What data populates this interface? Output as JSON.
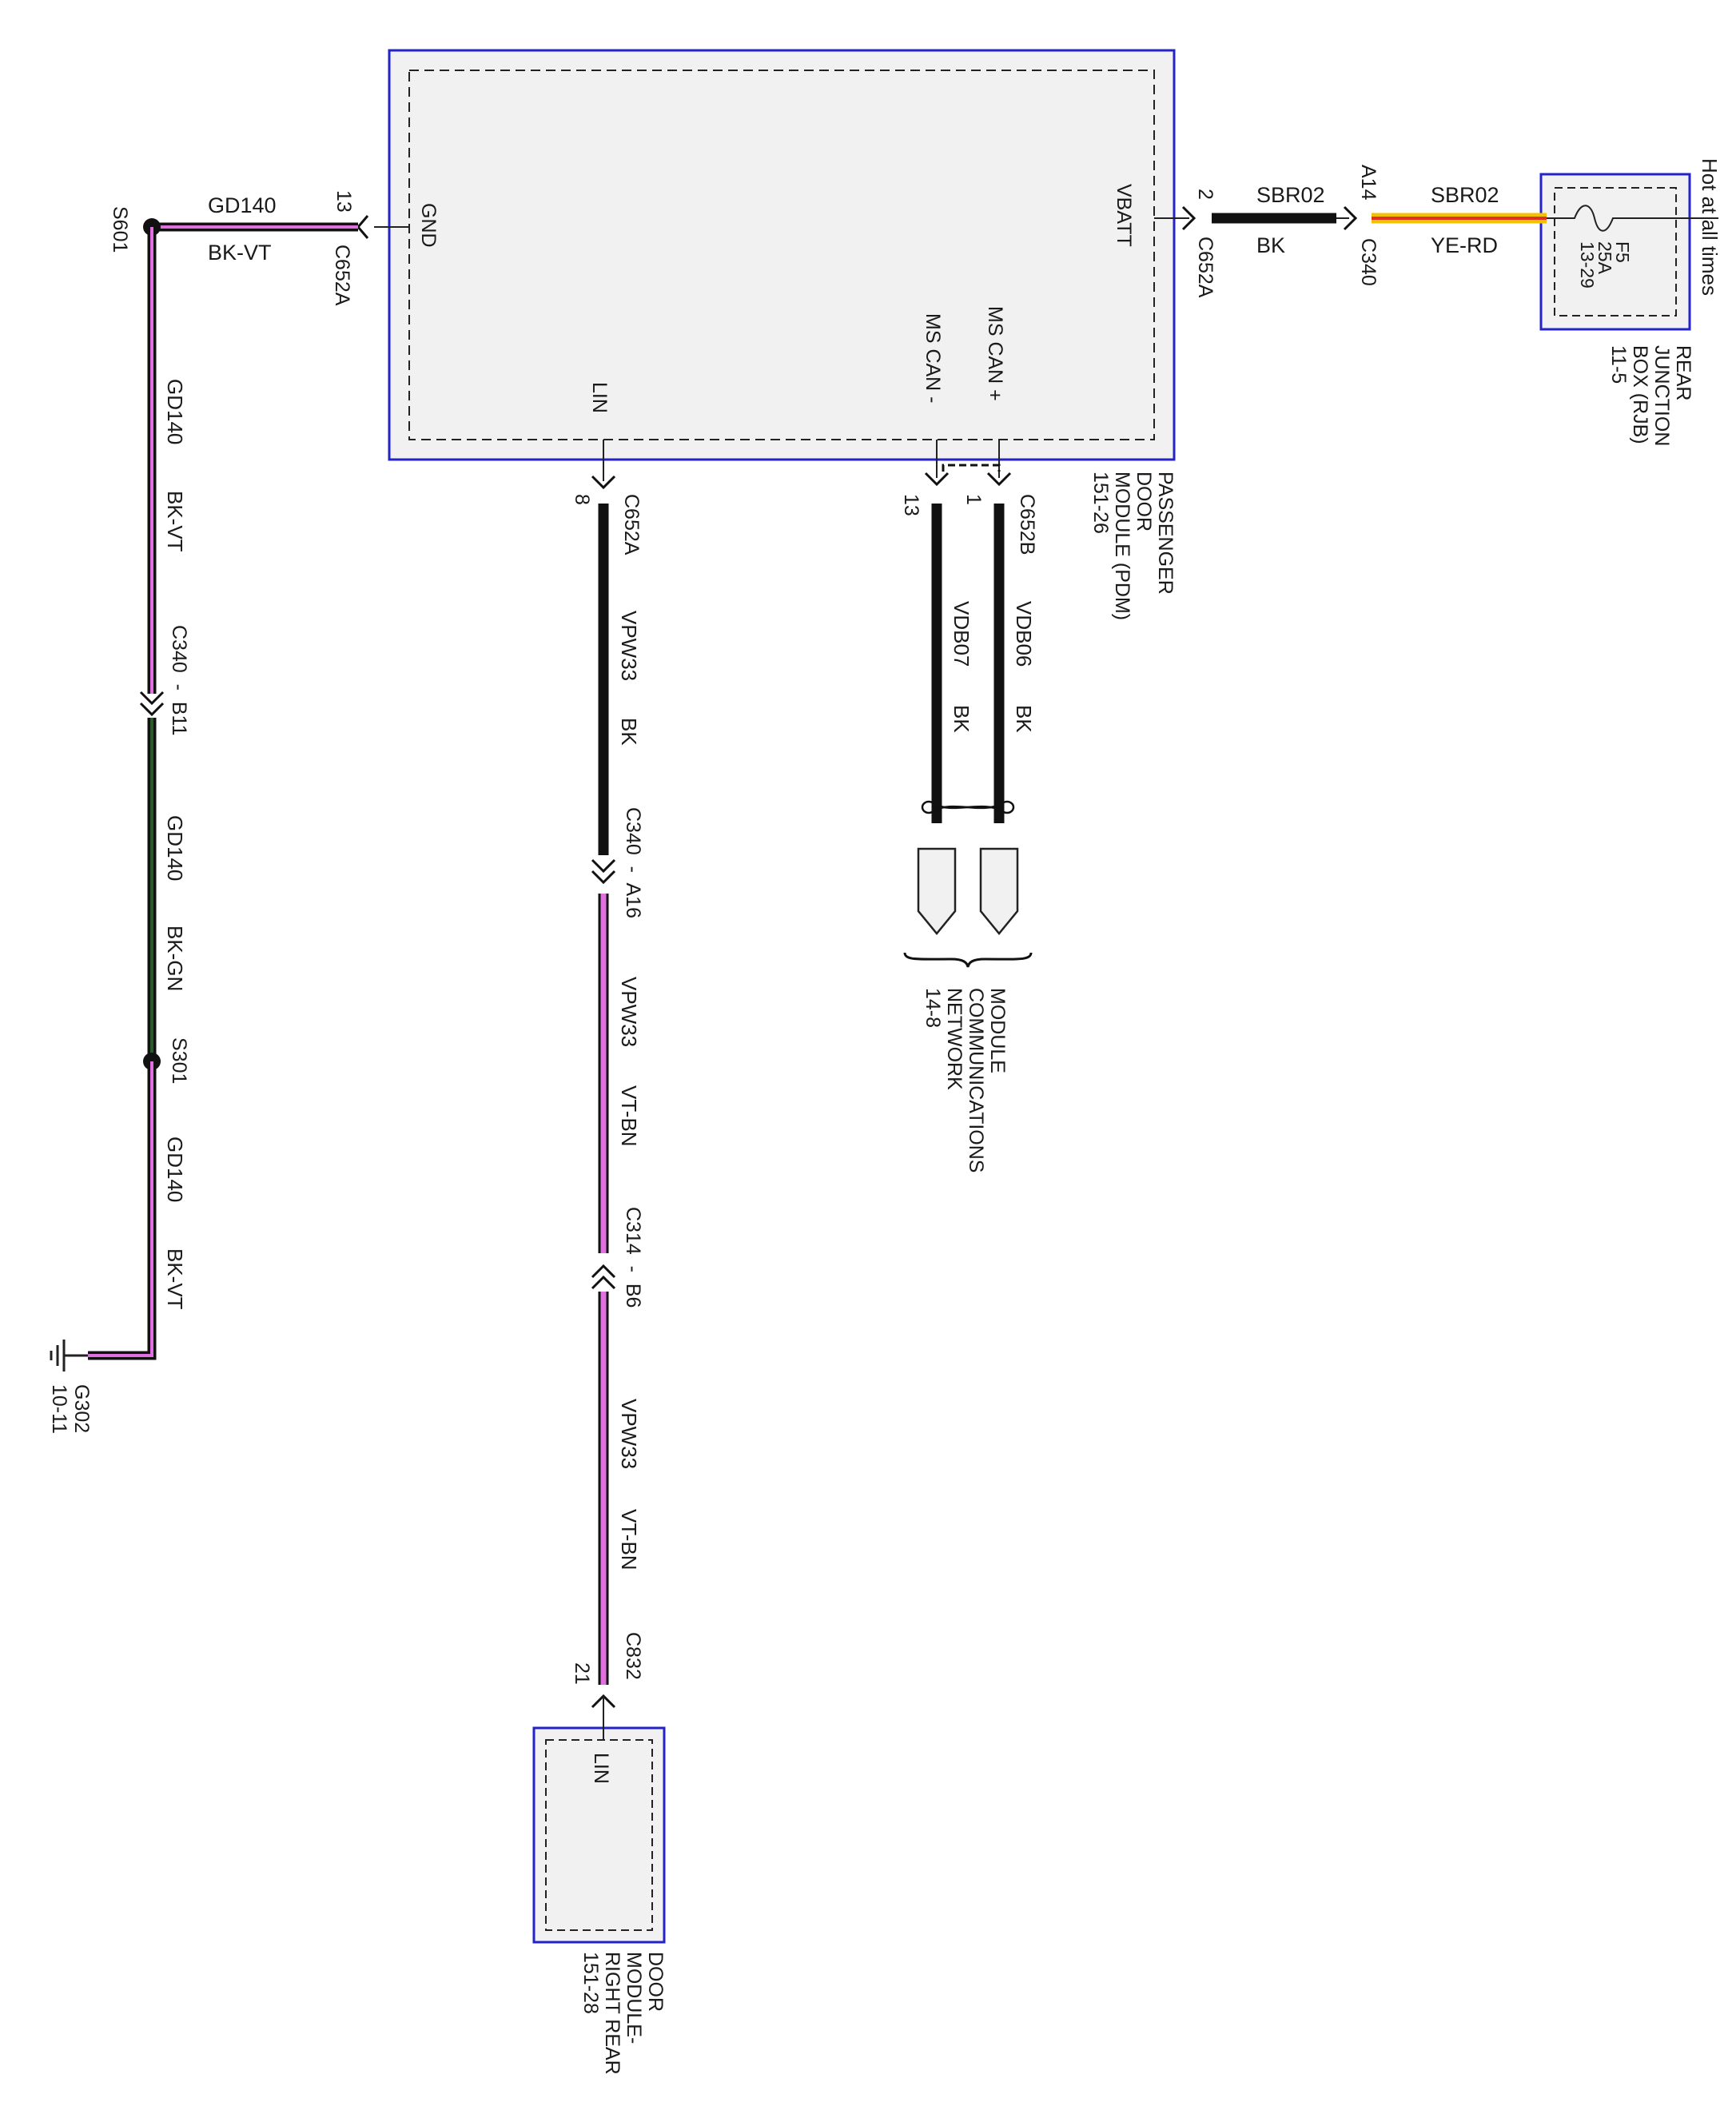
{
  "colors": {
    "module_border": "#2323c8",
    "module_fill": "#f1f1f1",
    "wire_black": "#111111",
    "wire_violet": "#e070e0",
    "wire_green": "#2a5a2a",
    "wire_yellow": "#f2c200",
    "wire_red": "#e03020"
  },
  "pdm": {
    "name_lines": [
      "PASSENGER",
      "DOOR",
      "MODULE (PDM)",
      "151-26"
    ],
    "pins": {
      "gnd": "GND",
      "vbatt": "VBATT",
      "lin": "LIN",
      "can_minus": "MS CAN -",
      "can_plus": "MS CAN +"
    }
  },
  "rjb": {
    "name_lines": [
      "REAR",
      "JUNCTION",
      "BOX (RJB)",
      "11-5"
    ],
    "fuse": {
      "id": "F5",
      "rating": "25A",
      "ref": "13-29"
    },
    "supply_label": "Hot at all times"
  },
  "rear_module": {
    "name_lines": [
      "DOOR",
      "MODULE-",
      "RIGHT REAR",
      "151-28"
    ],
    "pin": "LIN"
  },
  "network": {
    "name_lines": [
      "MODULE",
      "COMMUNICATIONS",
      "NETWORK",
      "14-8"
    ]
  },
  "ground": {
    "splice_s601": "S601",
    "splice_s301": "S301",
    "ground_id": "G302",
    "ground_ref": "10-11"
  },
  "wires": {
    "gd140_top": {
      "circuit": "GD140",
      "color": "BK-VT",
      "connector": "C652A",
      "pin": "13"
    },
    "gd140_a": {
      "circuit": "GD140",
      "color": "BK-VT"
    },
    "c340_b11": "C340  -  B11",
    "gd140_b": {
      "circuit": "GD140",
      "color": "BK-GN"
    },
    "gd140_c": {
      "circuit": "GD140",
      "color": "BK-VT"
    },
    "sbr02_bk": {
      "circuit": "SBR02",
      "color": "BK",
      "connector": "C652A",
      "pin": "2"
    },
    "sbr02_yerd": {
      "circuit": "SBR02",
      "color": "YE-RD",
      "connector": "C340",
      "pin": "A14"
    },
    "lin_conn_top": {
      "connector": "C652A",
      "pin": "8"
    },
    "vpw33_a": {
      "circuit": "VPW33",
      "color": "BK"
    },
    "c340_a16": "C340  -  A16",
    "vpw33_b": {
      "circuit": "VPW33",
      "color": "VT-BN"
    },
    "c314_b6": "C314  -  B6",
    "vpw33_c": {
      "circuit": "VPW33",
      "color": "VT-BN"
    },
    "c832": {
      "connector": "C832",
      "pin": "21"
    },
    "can_conn": {
      "connector": "C652B",
      "pin_plus": "1",
      "pin_minus": "13"
    },
    "vdb06": {
      "circuit": "VDB06",
      "color": "BK"
    },
    "vdb07": {
      "circuit": "VDB07",
      "color": "BK"
    }
  }
}
